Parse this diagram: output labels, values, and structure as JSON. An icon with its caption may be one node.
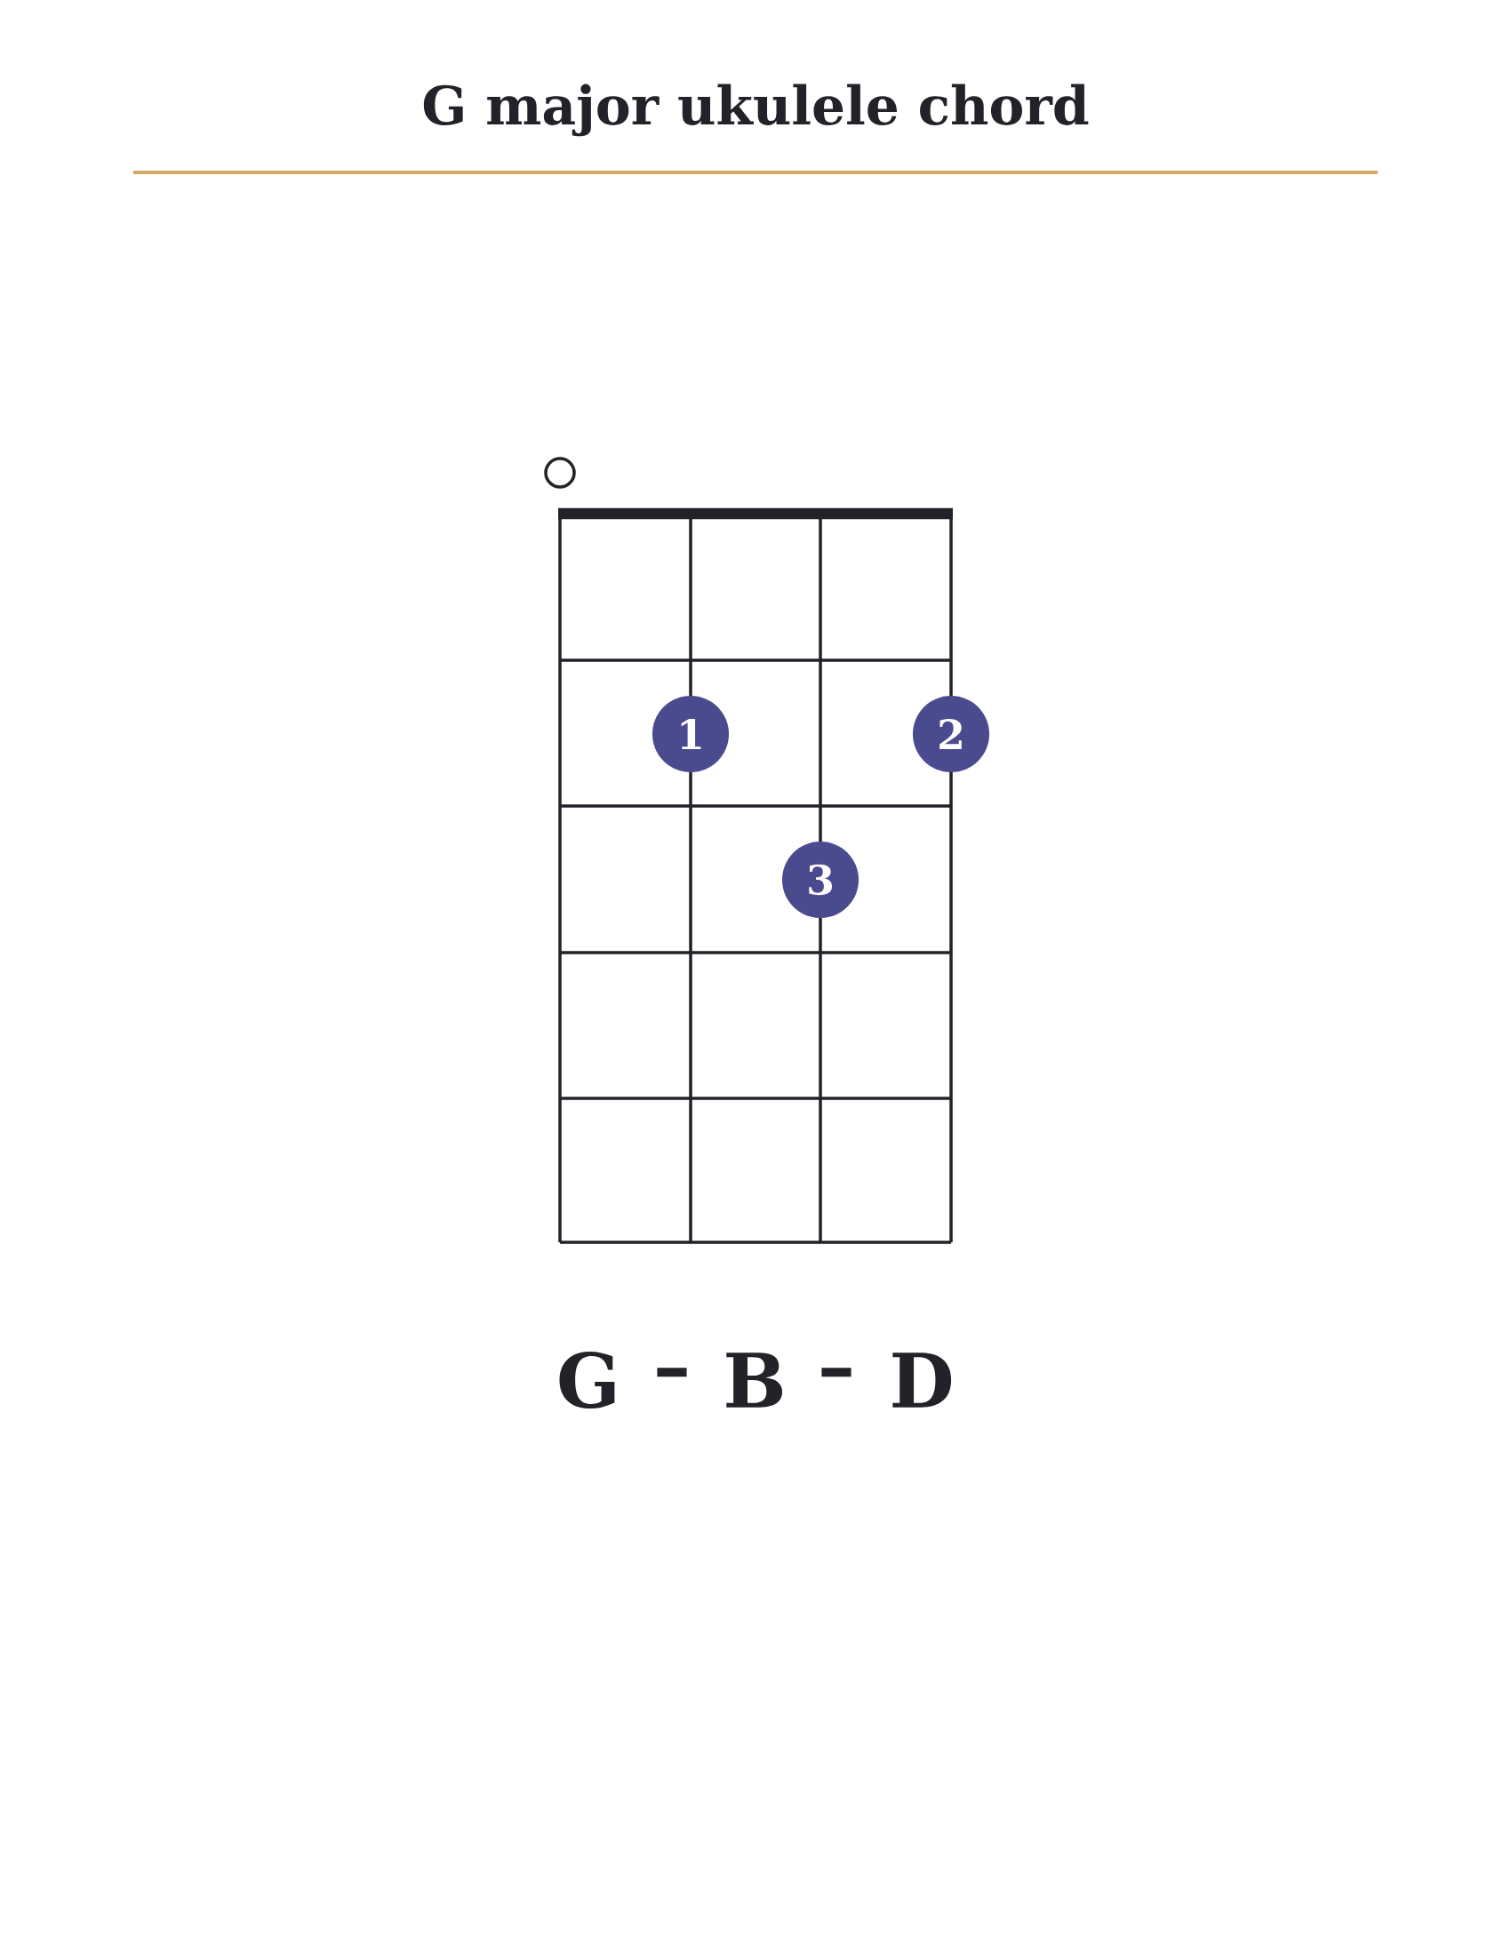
{
  "diagram": {
    "title": "G major ukulele chord",
    "nodes": [
      {
        "text": [
          "1"
        ]
      },
      {
        "text": [
          "2"
        ]
      },
      {
        "text": [
          "3"
        ]
      }
    ],
    "labels": [
      "G",
      "–",
      "B",
      "–",
      "D"
    ]
  }
}
